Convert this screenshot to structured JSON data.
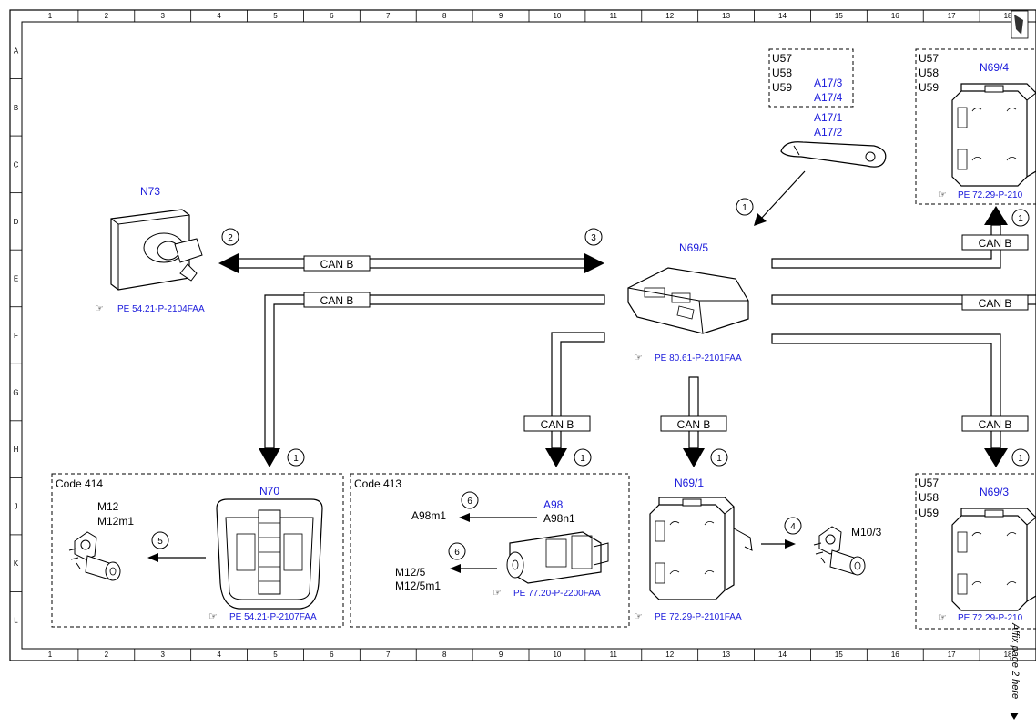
{
  "grid": {
    "columns": [
      "1",
      "2",
      "3",
      "4",
      "5",
      "6",
      "7",
      "8",
      "9",
      "10",
      "11",
      "12",
      "13",
      "14",
      "15",
      "16",
      "17",
      "18"
    ],
    "rows": [
      "A",
      "B",
      "C",
      "D",
      "E",
      "F",
      "G",
      "H",
      "J",
      "K",
      "L"
    ]
  },
  "colors": {
    "component_label": "#1a1adb",
    "line": "#000000"
  },
  "bus_label": "CAN B",
  "components": {
    "n73": {
      "label": "N73",
      "ref": "PE 54.21-P-2104FAA"
    },
    "n69_5": {
      "label": "N69/5",
      "ref": "PE 80.61-P-2101FAA"
    },
    "n69_4": {
      "label": "N69/4",
      "ref": "PE 72.29-P-210",
      "codes": [
        "U57",
        "U58",
        "U59"
      ]
    },
    "n69_3": {
      "label": "N69/3",
      "ref": "PE 72.29-P-210",
      "codes": [
        "U57",
        "U58",
        "U59"
      ]
    },
    "n69_1": {
      "label": "N69/1",
      "ref": "PE 72.29-P-2101FAA"
    },
    "n70": {
      "label": "N70",
      "ref": "PE 54.21-P-2107FAA"
    },
    "a98": {
      "label": "A98",
      "sub": "A98n1",
      "ref": "PE 77.20-P-2200FAA"
    },
    "handle": {
      "codes": [
        "U57",
        "U58",
        "U59"
      ],
      "labels_boxed": [
        "A17/3",
        "A17/4"
      ],
      "labels": [
        "A17/1",
        "A17/2"
      ]
    }
  },
  "boxes": {
    "code414": {
      "title": "Code 414",
      "motor_labels": [
        "M12",
        "M12m1"
      ]
    },
    "code413": {
      "title": "Code 413",
      "a98m1": "A98m1",
      "m12_5": [
        "M12/5",
        "M12/5m1"
      ]
    }
  },
  "m10_3": "M10/3",
  "callouts": [
    "1",
    "2",
    "3",
    "4",
    "5",
    "6"
  ],
  "affix_note": "Affix page 2 here"
}
